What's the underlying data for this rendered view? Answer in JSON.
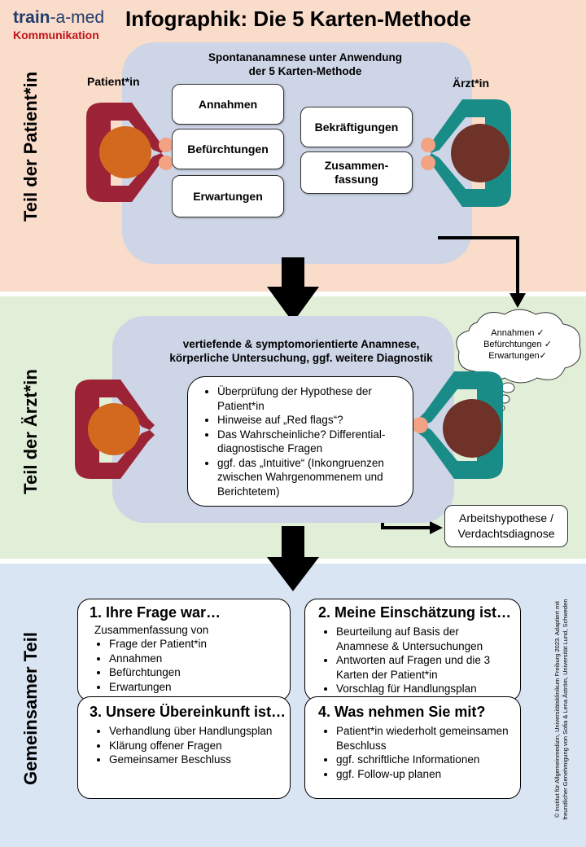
{
  "brand": {
    "name_primary": "train",
    "name_secondary": "-a-med",
    "subtitle": "Kommunikation"
  },
  "title": "Infographik: Die 5 Karten-Methode",
  "section1": {
    "side_label": "Teil der Patient*in",
    "heading_line1": "Spontananamnese unter Anwendung",
    "heading_line2": "der 5 Karten-Methode",
    "patient_label": "Patient*in",
    "doctor_label": "Ärzt*in",
    "cards_left": [
      "Annahmen",
      "Befürchtungen",
      "Erwartungen"
    ],
    "cards_right_1": "Bekräftigungen",
    "cards_right_2_line1": "Zusammen-",
    "cards_right_2_line2": "fassung"
  },
  "thought_bubble": {
    "items": [
      "Annahmen ✓",
      "Befürchtungen ✓",
      "Erwartungen✓"
    ]
  },
  "section2": {
    "side_label": "Teil der Ärzt*in",
    "heading_line1": "vertiefende & symptomorientierte Anamnese,",
    "heading_line2": "körperliche Untersuchung, ggf. weitere Diagnostik",
    "bullets": [
      "Überprüfung der Hypothese der Patient*in",
      "Hinweise auf „Red flags“?",
      "Das Wahrscheinliche? Differential-diagnostische Fragen",
      "ggf. das „Intuitive“ (Inkongruenzen zwischen Wahrgenommenem und Berichtetem)"
    ],
    "result_line1": "Arbeitshypothese /",
    "result_line2": "Verdachtsdiagnose"
  },
  "section3": {
    "side_label": "Gemeinsamer Teil",
    "box1": {
      "title": "1. Ihre Frage war…",
      "intro": "Zusammenfassung von",
      "items": [
        "Frage der Patient*in",
        "Annahmen",
        "Befürchtungen",
        "Erwartungen"
      ]
    },
    "box2": {
      "title": "2. Meine Einschätzung ist…",
      "items": [
        "Beurteilung auf Basis der Anamnese & Untersuchungen",
        "Antworten auf Fragen und die 3 Karten der Patient*in",
        "Vorschlag für Handlungsplan"
      ]
    },
    "box3": {
      "title": "3. Unsere Übereinkunft ist…",
      "items": [
        "Verhandlung über Handlungsplan",
        "Klärung offener Fragen",
        "Gemeinsamer Beschluss"
      ]
    },
    "box4": {
      "title": "4. Was nehmen Sie mit?",
      "items": [
        "Patient*in wiederholt gemeinsamen Beschluss",
        "ggf. schriftliche Informationen",
        "ggf. Follow-up planen"
      ]
    }
  },
  "copyright_line1": "© Institut für Allgemeinmedizin, Universitätsklinikum Freiburg 2023. Adaptiert mit",
  "copyright_line2": "freundlicher Genehmigung von Sofia & Lena Åström, Universität Lund, Schweden",
  "colors": {
    "band1": "#f9dcca",
    "band2": "#e2efd8",
    "band3": "#dae5f3",
    "table": "#cdd5e6",
    "patient_shirt": "#9b2335",
    "patient_head": "#d2691e",
    "doctor_shirt": "#1a8c87",
    "doctor_head": "#6e3228",
    "skin": "#f3a383"
  }
}
